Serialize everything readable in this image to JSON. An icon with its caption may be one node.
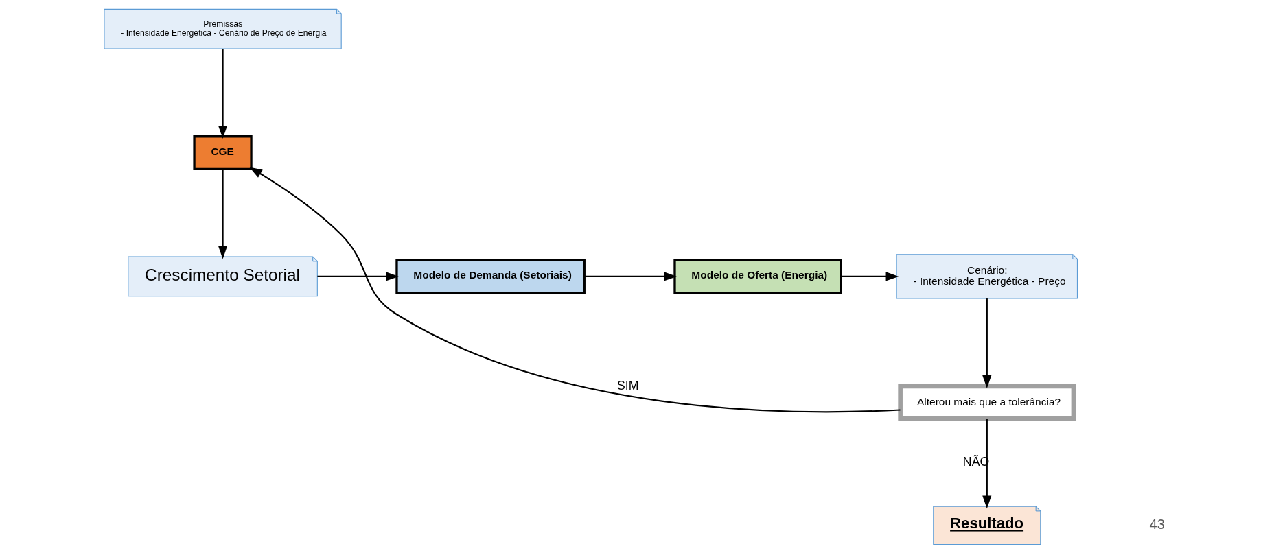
{
  "diagram": {
    "nodes": [
      {
        "text": [
          "Crescimento Setorial"
        ]
      },
      {
        "text": [
          "Modelo de Demanda (Setoriais)"
        ]
      },
      {
        "text": [
          "Modelo de Oferta (Energia)"
        ]
      },
      {
        "text": [
          "Cenário:",
          "- Intensidade Energética - Preço"
        ]
      },
      {
        "text": [
          "CGE"
        ]
      },
      {
        "text": [
          "Alterou mais que a tolerância?"
        ]
      },
      {
        "text": [
          "Premissas",
          "- Intensidade Energética - Cenário de Preço de Energia"
        ]
      },
      {
        "text": [
          "Resultado"
        ]
      }
    ],
    "edges": [
      {
        "from": 0,
        "to": 1,
        "arrow": "to"
      },
      {
        "from": 1,
        "to": 2,
        "arrow": "to"
      },
      {
        "from": 2,
        "to": 3,
        "arrow": "to"
      },
      {
        "from": 3,
        "to": 5,
        "arrow": "to"
      },
      {
        "from": 5,
        "to": 4,
        "arrow": "to",
        "label": "SIM"
      },
      {
        "from": 5,
        "to": 7,
        "arrow": "to",
        "label": "NÃO"
      },
      {
        "from": 4,
        "to": 0,
        "arrow": "to"
      },
      {
        "from": 6,
        "to": 4,
        "arrow": "to"
      }
    ],
    "labels": [
      "43"
    ]
  }
}
